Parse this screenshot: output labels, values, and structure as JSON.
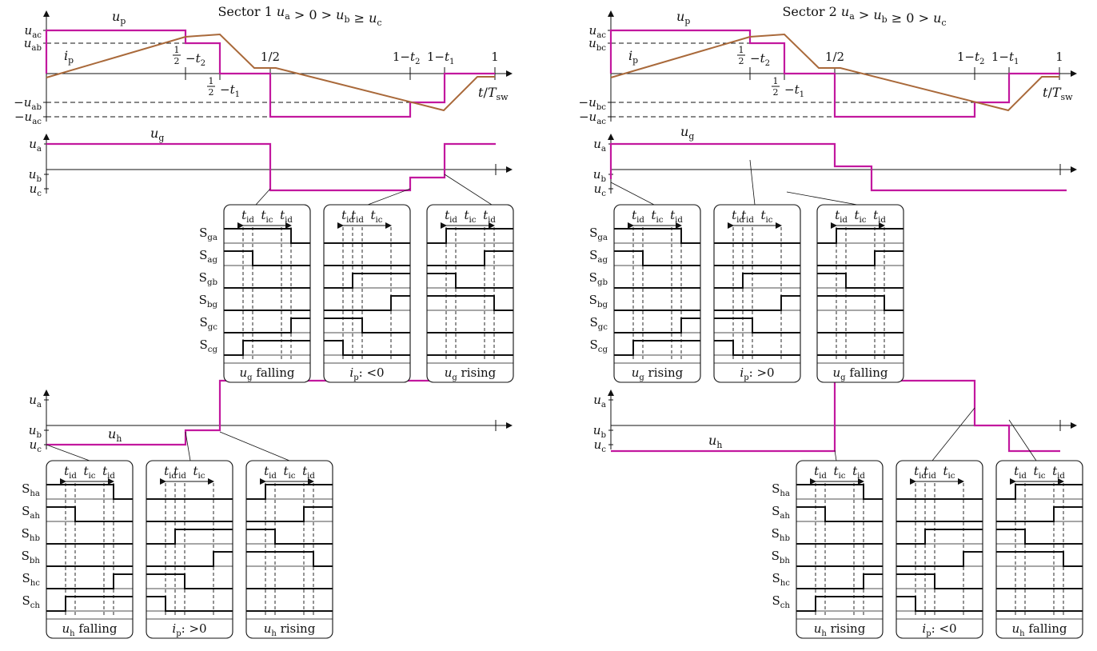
{
  "panels": [
    {
      "title": "Sector 1 u_a > 0 > u_b ≥ u_c",
      "title_main": "Sector 1",
      "title_cond": "ua > 0 > ub ≥ uc",
      "top_plot": {
        "y_labels": [
          "uac",
          "uab",
          "−uab",
          "−uac"
        ],
        "x_labels": [
          "½−t2",
          "½−t1",
          "1/2",
          "1−t2",
          "1−t1",
          "1"
        ],
        "x_axis_label": "t/Tsw",
        "curve_labels": [
          "up",
          "ip"
        ]
      },
      "grid_plot": {
        "y_labels": [
          "ua",
          "ub",
          "uc"
        ],
        "curve_label": "ug",
        "boxes": [
          {
            "header": [
              "tid",
              "tic",
              "tid"
            ],
            "rows": [
              "Sga",
              "Sag",
              "Sgb",
              "Sbg",
              "Sgc",
              "Scg"
            ],
            "caption": "ug falling"
          },
          {
            "header": [
              "tid",
              "tid",
              "tic"
            ],
            "rows": [],
            "caption": "ip: <0"
          },
          {
            "header": [
              "tid",
              "tic",
              "tid"
            ],
            "rows": [],
            "caption": "ug rising"
          }
        ]
      },
      "out_plot": {
        "y_labels": [
          "ua",
          "ub",
          "uc"
        ],
        "curve_label": "uh",
        "boxes": [
          {
            "header": [
              "tid",
              "tic",
              "tid"
            ],
            "rows": [
              "Sha",
              "Sah",
              "Shb",
              "Sbh",
              "Shc",
              "Sch"
            ],
            "caption": "uh falling"
          },
          {
            "header": [
              "tid",
              "tid",
              "tic"
            ],
            "rows": [],
            "caption": "ip: >0"
          },
          {
            "header": [
              "tid",
              "tic",
              "tid"
            ],
            "rows": [],
            "caption": "uh rising"
          }
        ]
      }
    },
    {
      "title_main": "Sector 2",
      "title_cond": "ua > ub ≥ 0 > uc",
      "top_plot": {
        "y_labels": [
          "uac",
          "ubc",
          "−ubc",
          "−uac"
        ],
        "x_labels": [
          "½−t2",
          "½−t1",
          "1/2",
          "1−t2",
          "1−t1",
          "1"
        ],
        "x_axis_label": "t/Tsw",
        "curve_labels": [
          "up",
          "ip"
        ]
      },
      "grid_plot": {
        "y_labels": [
          "ua",
          "ub",
          "uc"
        ],
        "curve_label": "ug",
        "boxes": [
          {
            "header": [
              "tid",
              "tic",
              "tid"
            ],
            "rows": [
              "Sga",
              "Sag",
              "Sgb",
              "Sbg",
              "Sgc",
              "Scg"
            ],
            "caption": "ug rising"
          },
          {
            "header": [
              "tid",
              "tid",
              "tic"
            ],
            "rows": [],
            "caption": "ip: >0"
          },
          {
            "header": [
              "tid",
              "tic",
              "tid"
            ],
            "rows": [],
            "caption": "ug falling"
          }
        ]
      },
      "out_plot": {
        "y_labels": [
          "ua",
          "ub",
          "uc"
        ],
        "curve_label": "uh",
        "boxes": [
          {
            "header": [
              "tid",
              "tic",
              "tid"
            ],
            "rows": [
              "Sha",
              "Sah",
              "Shb",
              "Sbh",
              "Shc",
              "Sch"
            ],
            "caption": "uh rising"
          },
          {
            "header": [
              "tid",
              "tid",
              "tic"
            ],
            "rows": [],
            "caption": "ip: <0"
          },
          {
            "header": [
              "tid",
              "tic",
              "tid"
            ],
            "rows": [],
            "caption": "uh falling"
          }
        ]
      }
    }
  ],
  "colors": {
    "voltage": "#c2189e",
    "current": "#a9693a",
    "signal": "#111111"
  }
}
